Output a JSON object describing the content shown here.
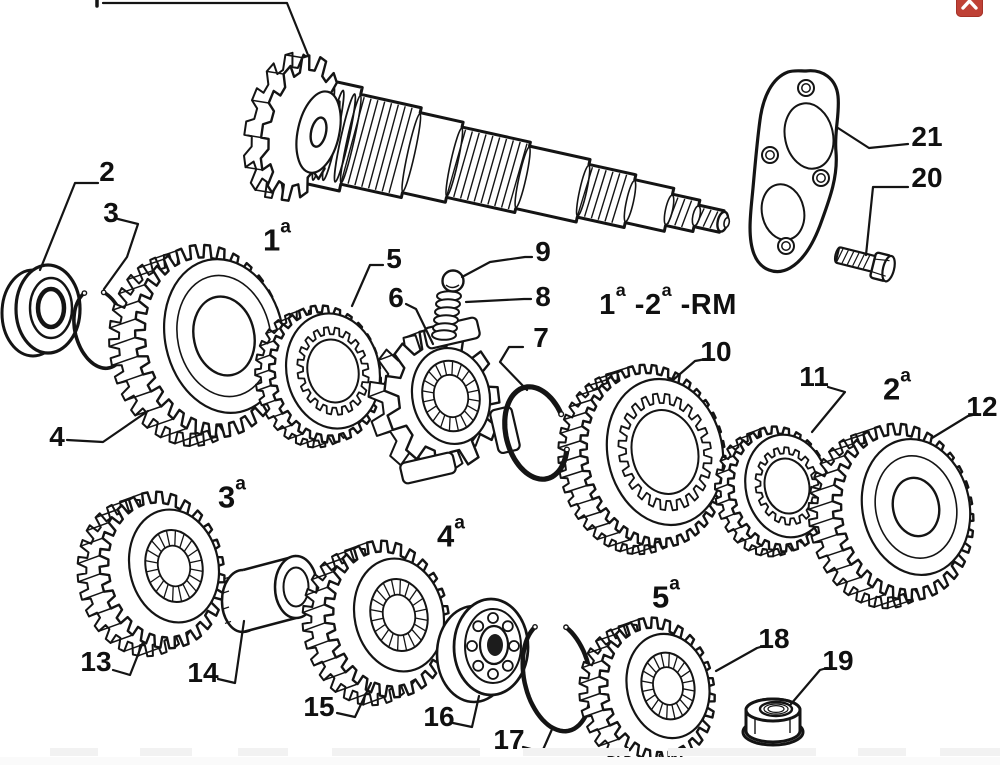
{
  "canvas": {
    "background": "#ffffff",
    "line_color": "#141414"
  },
  "scroll_button": {
    "color": "#bf4136",
    "icon": "chevron-up-icon"
  },
  "section_labels": {
    "s1": {
      "base": "1",
      "sup": "a"
    },
    "s2": {
      "base": "2",
      "sup": "a"
    },
    "s3": {
      "base": "3",
      "sup": "a"
    },
    "s4": {
      "base": "4",
      "sup": "a"
    },
    "s5": {
      "base": "5",
      "sup": "a"
    },
    "rm": {
      "t1": "1",
      "s1": "a",
      "t2": " -2",
      "s2": "a",
      "t3": " -RM"
    }
  },
  "part_labels": {
    "p2": "2",
    "p3": "3",
    "p4": "4",
    "p5": "5",
    "p6": "6",
    "p7": "7",
    "p8": "8",
    "p9": "9",
    "p10": "10",
    "p11": "11",
    "p12": "12",
    "p13": "13",
    "p14": "14",
    "p15": "15",
    "p16": "16",
    "p17": "17",
    "p18": "18",
    "p19": "19",
    "p20": "20",
    "p21": "21"
  }
}
